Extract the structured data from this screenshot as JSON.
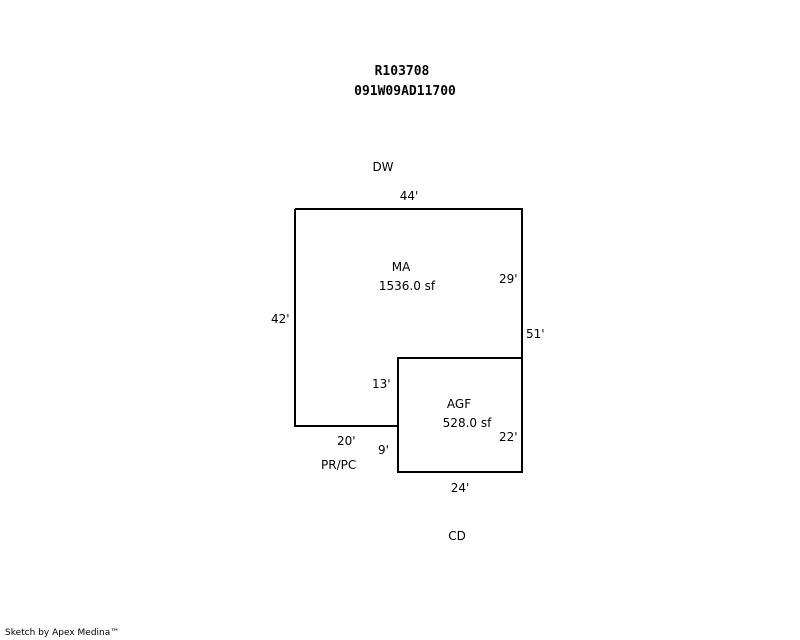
{
  "header": {
    "parcel_id": "R103708",
    "map_number": "091W09AD11700"
  },
  "labels": {
    "dw": "DW",
    "pr_pc": "PR/PC",
    "cd": "CD"
  },
  "areas": {
    "main": {
      "code": "MA",
      "area": "1536.0 sf"
    },
    "garage": {
      "code": "AGF",
      "area": "528.0 sf"
    }
  },
  "dimensions": {
    "top": "44'",
    "left": "42'",
    "right_upper": "29'",
    "right_full": "51'",
    "step_vertical": "13'",
    "bottom_left": "20'",
    "step_lower": "9'",
    "garage_right": "22'",
    "garage_bottom": "24'"
  },
  "credit": "Sketch by Apex Medina™",
  "colors": {
    "line": "#000000",
    "background": "#ffffff"
  }
}
